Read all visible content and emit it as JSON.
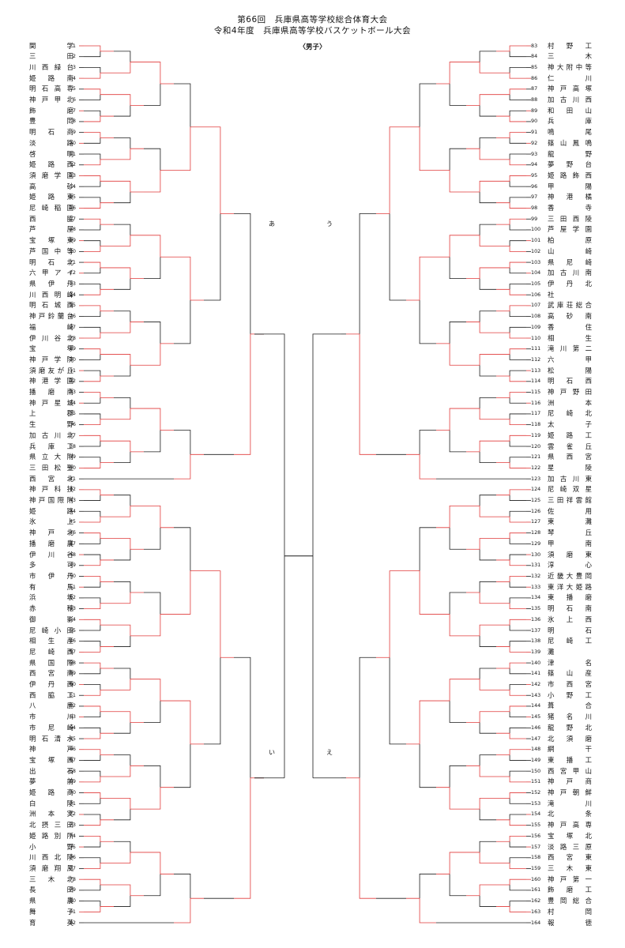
{
  "header": {
    "title_line1": "第66回　兵庫県高等学校総合体育大会",
    "title_line2": "令和4年度　兵庫県高等学校バスケットボール大会",
    "division": "〈男子〉"
  },
  "block_labels": [
    "あ",
    "い",
    "う",
    "え"
  ],
  "colors": {
    "line": "#1a1a1a",
    "win_line": "#e03a3a",
    "score": "#d02828"
  },
  "left_teams": [
    {
      "no": "1",
      "name": "関学"
    },
    {
      "no": "2",
      "name": "三田"
    },
    {
      "no": "3",
      "name": "川西緑台"
    },
    {
      "no": "4",
      "name": "姫路南"
    },
    {
      "no": "5",
      "name": "明石高専"
    },
    {
      "no": "6",
      "name": "神戸甲北"
    },
    {
      "no": "7",
      "name": "飾磨"
    },
    {
      "no": "8",
      "name": "豊岡"
    },
    {
      "no": "9",
      "name": "明石商"
    },
    {
      "no": "10",
      "name": "淡路"
    },
    {
      "no": "11",
      "name": "啓明"
    },
    {
      "no": "12",
      "name": "姫路西"
    },
    {
      "no": "13",
      "name": "須磨学園"
    },
    {
      "no": "14",
      "name": "高砂"
    },
    {
      "no": "15",
      "name": "姫路東"
    },
    {
      "no": "16",
      "name": "尼崎稲園"
    },
    {
      "no": "17",
      "name": "西脇"
    },
    {
      "no": "18",
      "name": "芦屋"
    },
    {
      "no": "19",
      "name": "宝塚東"
    },
    {
      "no": "20",
      "name": "芦国中等"
    },
    {
      "no": "21",
      "name": "明石北"
    },
    {
      "no": "22",
      "name": "六甲アイ"
    },
    {
      "no": "23",
      "name": "県伊丹"
    },
    {
      "no": "24",
      "name": "川西明峰"
    },
    {
      "no": "25",
      "name": "明石城西"
    },
    {
      "no": "26",
      "name": "神戸鈴蘭台"
    },
    {
      "no": "27",
      "name": "福崎"
    },
    {
      "no": "28",
      "name": "伊川谷北"
    },
    {
      "no": "29",
      "name": "宝塚"
    },
    {
      "no": "30",
      "name": "神戸学院"
    },
    {
      "no": "31",
      "name": "須磨友が丘"
    },
    {
      "no": "32",
      "name": "神港学園"
    },
    {
      "no": "33",
      "name": "播磨南"
    },
    {
      "no": "34",
      "name": "神戸星城"
    },
    {
      "no": "35",
      "name": "上郡"
    },
    {
      "no": "36",
      "name": "生野"
    },
    {
      "no": "37",
      "name": "加古川北"
    },
    {
      "no": "38",
      "name": "兵庫工"
    },
    {
      "no": "39",
      "name": "県立大附"
    },
    {
      "no": "40",
      "name": "三田松聖"
    },
    {
      "no": "41",
      "name": "西宮北"
    },
    {
      "no": "42",
      "name": "神戸科技"
    },
    {
      "no": "43",
      "name": "神戸国際附"
    },
    {
      "no": "44",
      "name": "姫路"
    },
    {
      "no": "45",
      "name": "氷上"
    },
    {
      "no": "46",
      "name": "神戸北"
    },
    {
      "no": "47",
      "name": "播磨農"
    },
    {
      "no": "48",
      "name": "伊川谷"
    },
    {
      "no": "49",
      "name": "多可"
    },
    {
      "no": "50",
      "name": "市伊丹"
    },
    {
      "no": "51",
      "name": "有馬"
    },
    {
      "no": "52",
      "name": "浜坂"
    },
    {
      "no": "53",
      "name": "赤穂"
    },
    {
      "no": "54",
      "name": "御影"
    },
    {
      "no": "55",
      "name": "尼崎小田"
    },
    {
      "no": "56",
      "name": "相生産"
    },
    {
      "no": "57",
      "name": "尼崎西"
    },
    {
      "no": "58",
      "name": "県国際"
    },
    {
      "no": "59",
      "name": "西宮南"
    },
    {
      "no": "60",
      "name": "伊丹西"
    },
    {
      "no": "61",
      "name": "西脇工"
    },
    {
      "no": "62",
      "name": "八鹿"
    },
    {
      "no": "63",
      "name": "市川"
    },
    {
      "no": "64",
      "name": "市尼崎"
    },
    {
      "no": "65",
      "name": "明石清水"
    },
    {
      "no": "66",
      "name": "神戸"
    },
    {
      "no": "67",
      "name": "宝塚西"
    },
    {
      "no": "68",
      "name": "出石"
    },
    {
      "no": "69",
      "name": "夢前"
    },
    {
      "no": "70",
      "name": "姫路商"
    },
    {
      "no": "71",
      "name": "白陵"
    },
    {
      "no": "72",
      "name": "洲本実"
    },
    {
      "no": "73",
      "name": "北摂三田"
    },
    {
      "no": "74",
      "name": "姫路別所"
    },
    {
      "no": "75",
      "name": "小野"
    },
    {
      "no": "76",
      "name": "川西北陵"
    },
    {
      "no": "77",
      "name": "須磨翔風"
    },
    {
      "no": "78",
      "name": "三木北"
    },
    {
      "no": "79",
      "name": "長田"
    },
    {
      "no": "80",
      "name": "県農"
    },
    {
      "no": "81",
      "name": "舞子"
    },
    {
      "no": "82",
      "name": "育英"
    }
  ],
  "right_teams": [
    {
      "no": "83",
      "name": "村野工"
    },
    {
      "no": "84",
      "name": "三木"
    },
    {
      "no": "85",
      "name": "神大附中等"
    },
    {
      "no": "86",
      "name": "仁川"
    },
    {
      "no": "87",
      "name": "神戸高塚"
    },
    {
      "no": "88",
      "name": "加古川西"
    },
    {
      "no": "89",
      "name": "和田山"
    },
    {
      "no": "90",
      "name": "兵庫"
    },
    {
      "no": "91",
      "name": "鳴尾"
    },
    {
      "no": "92",
      "name": "篠山鳳鳴"
    },
    {
      "no": "93",
      "name": "龍野"
    },
    {
      "no": "94",
      "name": "夢野台"
    },
    {
      "no": "95",
      "name": "姫路飾西"
    },
    {
      "no": "96",
      "name": "甲陽"
    },
    {
      "no": "97",
      "name": "神港橘"
    },
    {
      "no": "98",
      "name": "香寺"
    },
    {
      "no": "99",
      "name": "三田西陵"
    },
    {
      "no": "100",
      "name": "芦屋学園"
    },
    {
      "no": "101",
      "name": "柏原"
    },
    {
      "no": "102",
      "name": "山崎"
    },
    {
      "no": "103",
      "name": "県尼崎"
    },
    {
      "no": "104",
      "name": "加古川南"
    },
    {
      "no": "105",
      "name": "伊丹北"
    },
    {
      "no": "106",
      "name": "社"
    },
    {
      "no": "107",
      "name": "武庫荘総合"
    },
    {
      "no": "108",
      "name": "高砂南"
    },
    {
      "no": "109",
      "name": "香住"
    },
    {
      "no": "110",
      "name": "相生"
    },
    {
      "no": "111",
      "name": "滝川第二"
    },
    {
      "no": "112",
      "name": "六甲"
    },
    {
      "no": "113",
      "name": "松陽"
    },
    {
      "no": "114",
      "name": "明石西"
    },
    {
      "no": "115",
      "name": "神戸野田"
    },
    {
      "no": "116",
      "name": "洲本"
    },
    {
      "no": "117",
      "name": "尼崎北"
    },
    {
      "no": "118",
      "name": "太子"
    },
    {
      "no": "119",
      "name": "姫路工"
    },
    {
      "no": "120",
      "name": "雲雀丘"
    },
    {
      "no": "121",
      "name": "県西宮"
    },
    {
      "no": "122",
      "name": "星陵"
    },
    {
      "no": "123",
      "name": "加古川東"
    },
    {
      "no": "124",
      "name": "尼崎双星"
    },
    {
      "no": "125",
      "name": "三田祥雲館"
    },
    {
      "no": "126",
      "name": "佐用"
    },
    {
      "no": "127",
      "name": "東灘"
    },
    {
      "no": "128",
      "name": "琴丘"
    },
    {
      "no": "129",
      "name": "甲南"
    },
    {
      "no": "130",
      "name": "須磨東"
    },
    {
      "no": "131",
      "name": "淳心"
    },
    {
      "no": "132",
      "name": "近畿大豊岡"
    },
    {
      "no": "133",
      "name": "東洋大姫路"
    },
    {
      "no": "134",
      "name": "東播磨"
    },
    {
      "no": "135",
      "name": "明石南"
    },
    {
      "no": "136",
      "name": "氷上西"
    },
    {
      "no": "137",
      "name": "明石"
    },
    {
      "no": "138",
      "name": "尼崎工"
    },
    {
      "no": "139",
      "name": "灘"
    },
    {
      "no": "140",
      "name": "津名"
    },
    {
      "no": "141",
      "name": "篠山産"
    },
    {
      "no": "142",
      "name": "市西宮"
    },
    {
      "no": "143",
      "name": "小野工"
    },
    {
      "no": "144",
      "name": "葺合"
    },
    {
      "no": "145",
      "name": "猪名川"
    },
    {
      "no": "146",
      "name": "龍野北"
    },
    {
      "no": "147",
      "name": "北須磨"
    },
    {
      "no": "148",
      "name": "網干"
    },
    {
      "no": "149",
      "name": "東播工"
    },
    {
      "no": "150",
      "name": "西宮甲山"
    },
    {
      "no": "151",
      "name": "神戸商"
    },
    {
      "no": "152",
      "name": "神戸朝鮮"
    },
    {
      "no": "153",
      "name": "滝川"
    },
    {
      "no": "154",
      "name": "北条"
    },
    {
      "no": "155",
      "name": "神戸高専"
    },
    {
      "no": "156",
      "name": "宝塚北"
    },
    {
      "no": "157",
      "name": "淡路三原"
    },
    {
      "no": "158",
      "name": "西宮東"
    },
    {
      "no": "159",
      "name": "三木東"
    },
    {
      "no": "160",
      "name": "神戸第一"
    },
    {
      "no": "161",
      "name": "飾磨工"
    },
    {
      "no": "162",
      "name": "豊岡総合"
    },
    {
      "no": "163",
      "name": "村岡"
    },
    {
      "no": "164",
      "name": "報徳"
    }
  ]
}
